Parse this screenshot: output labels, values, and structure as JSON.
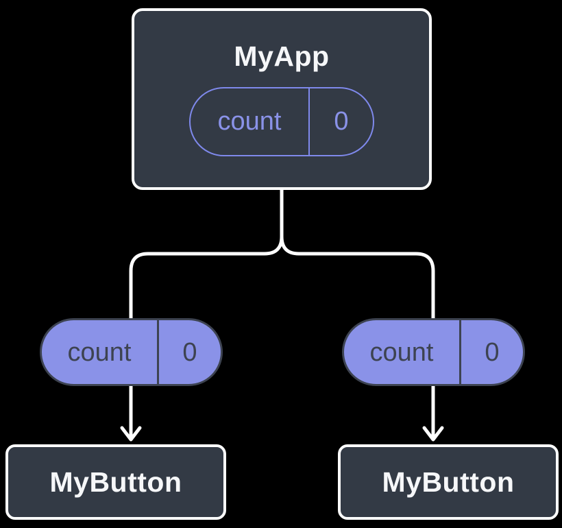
{
  "diagram": {
    "colors": {
      "background": "#000000",
      "box_bg": "#333A45",
      "box_border": "#FFFFFF",
      "purple_fill": "#8A92E8",
      "purple_line": "#7F89EC",
      "dark_text": "#3D4351",
      "white_text": "#F6F7F9",
      "connector": "#FFFFFF"
    },
    "root": {
      "title": "MyApp",
      "state": {
        "name": "count",
        "value": "0"
      }
    },
    "children": [
      {
        "title": "MyButton",
        "prop": {
          "name": "count",
          "value": "0"
        }
      },
      {
        "title": "MyButton",
        "prop": {
          "name": "count",
          "value": "0"
        }
      }
    ]
  }
}
